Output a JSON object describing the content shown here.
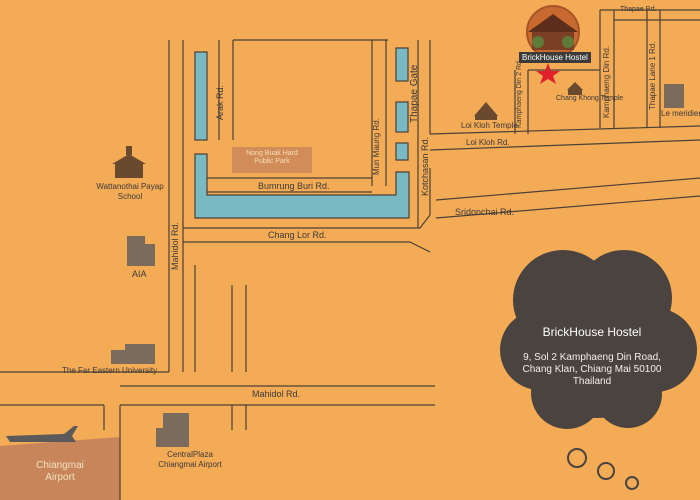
{
  "colors": {
    "background": "#f3ab56",
    "road_line": "#4a4036",
    "water": "#78b9c2",
    "cloud": "#4a4340",
    "airport_zone": "#c8855a",
    "star": "#e0202a"
  },
  "hostel_marker": {
    "label": "BrickHouse Hostel",
    "icon": "star-icon"
  },
  "roads": {
    "thapae_top": "Thapae Rd.",
    "arak": "Arak Rd.",
    "thapae_gate": "Thapae Gate",
    "mun_maung": "Mun Maung Rd.",
    "kamphaeng_din_2": "Kamphaeng Din 2 Rd.",
    "kamphaeng_din": "Kamphaeng Din Rd.",
    "thapae_lane_1": "Thapae Lane 1 Rd.",
    "loi_kroh": "Loi Kloh Rd.",
    "bumrung_buri": "Bumrung Buri Rd.",
    "kotchasan": "Kotchasan Rd.",
    "sridonchai": "Sridonchai Rd.",
    "chang_lor": "Chang Lor Rd.",
    "mahidol_vertical": "Mahidol Rd.",
    "mahidol_horizontal": "Mahidol Rd."
  },
  "landmarks": {
    "chang_khong": "Chang Khong Temple",
    "loi_kroh_temple": "Loi Kloh Temple",
    "le_meridien": "Le meridien",
    "park": [
      "Nong Buak Hard",
      "Public Park"
    ],
    "payap_school": [
      "Wattanothai Payap",
      "School"
    ],
    "aia": "AIA",
    "far_eastern": "The Far Eastern University",
    "central_plaza": [
      "CentralPlaza",
      "Chiangmai Airport"
    ],
    "airport": [
      "Chiangmai",
      "Airport"
    ]
  },
  "info_card": {
    "title": "BrickHouse Hostel",
    "address_lines": [
      "9, Sol 2 Kamphaeng Din Road,",
      "Chang Klan, Chiang Mai 50100",
      "Thailand"
    ]
  }
}
